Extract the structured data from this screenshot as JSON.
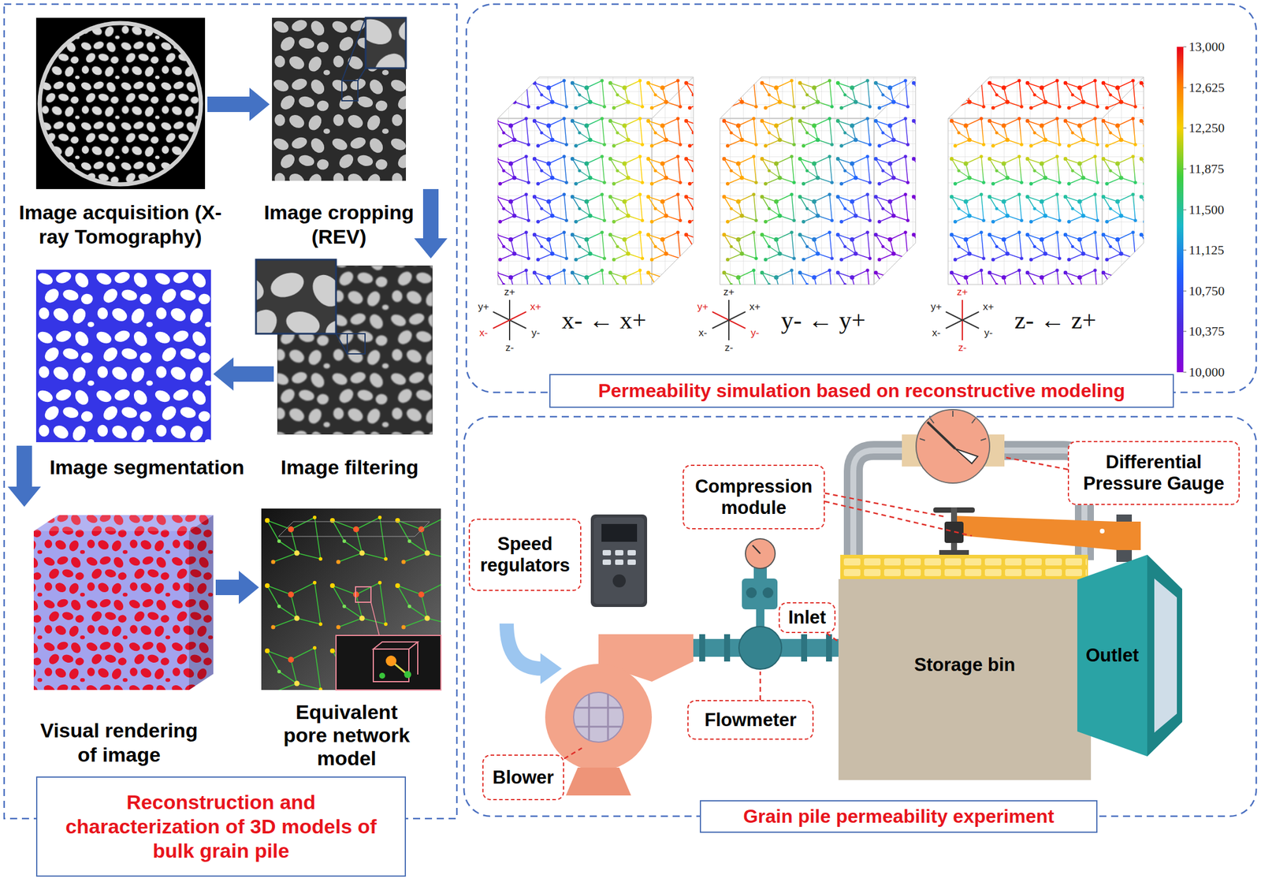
{
  "diagram": {
    "nodes": [
      {
        "text": [
          "Image acquisition (X-ray Tomography)"
        ]
      },
      {
        "text": [
          "Image cropping (REV)"
        ]
      },
      {
        "text": [
          "Image segmentation"
        ]
      },
      {
        "text": [
          "Image filtering"
        ]
      },
      {
        "text": [
          "Visual rendering of image"
        ]
      },
      {
        "text": [
          "Equivalent pore network model"
        ]
      },
      {
        "text": [
          "Reconstruction and characterization of 3D models of bulk grain pile"
        ]
      },
      {
        "text": [
          "Permeability simulation based on reconstructive modeling"
        ]
      },
      {
        "text": [
          "Differential Pressure Gauge"
        ]
      },
      {
        "text": [
          "Compression module"
        ]
      },
      {
        "text": [
          "Speed regulators"
        ]
      },
      {
        "text": [
          "Inlet"
        ]
      },
      {
        "text": [
          "Storage bin"
        ]
      },
      {
        "text": [
          "Outlet"
        ]
      },
      {
        "text": [
          "Flowmeter"
        ]
      },
      {
        "text": [
          "Blower"
        ]
      },
      {
        "text": [
          "Grain pile permeability experiment"
        ]
      }
    ],
    "edges": [
      {
        "from": 0,
        "to": 1,
        "arrow": "to"
      },
      {
        "from": 1,
        "to": 3,
        "arrow": "to"
      },
      {
        "from": 3,
        "to": 2,
        "arrow": "to"
      },
      {
        "from": 2,
        "to": 4,
        "arrow": "to"
      },
      {
        "from": 4,
        "to": 5,
        "arrow": "to"
      }
    ],
    "labels": [
      "z+",
      "y+",
      "x+",
      "x-",
      "y-",
      "z-",
      "x- ← x+",
      "z+",
      "y+",
      "x+",
      "x-",
      "y-",
      "z-",
      "y- ← y+",
      "z+",
      "y+",
      "x+",
      "x-",
      "y-",
      "z-",
      "z- ← z+",
      "13,000",
      "12,625",
      "12,250",
      "11,875",
      "11,500",
      "11,125",
      "10,750",
      "10,375",
      "10,000"
    ]
  }
}
